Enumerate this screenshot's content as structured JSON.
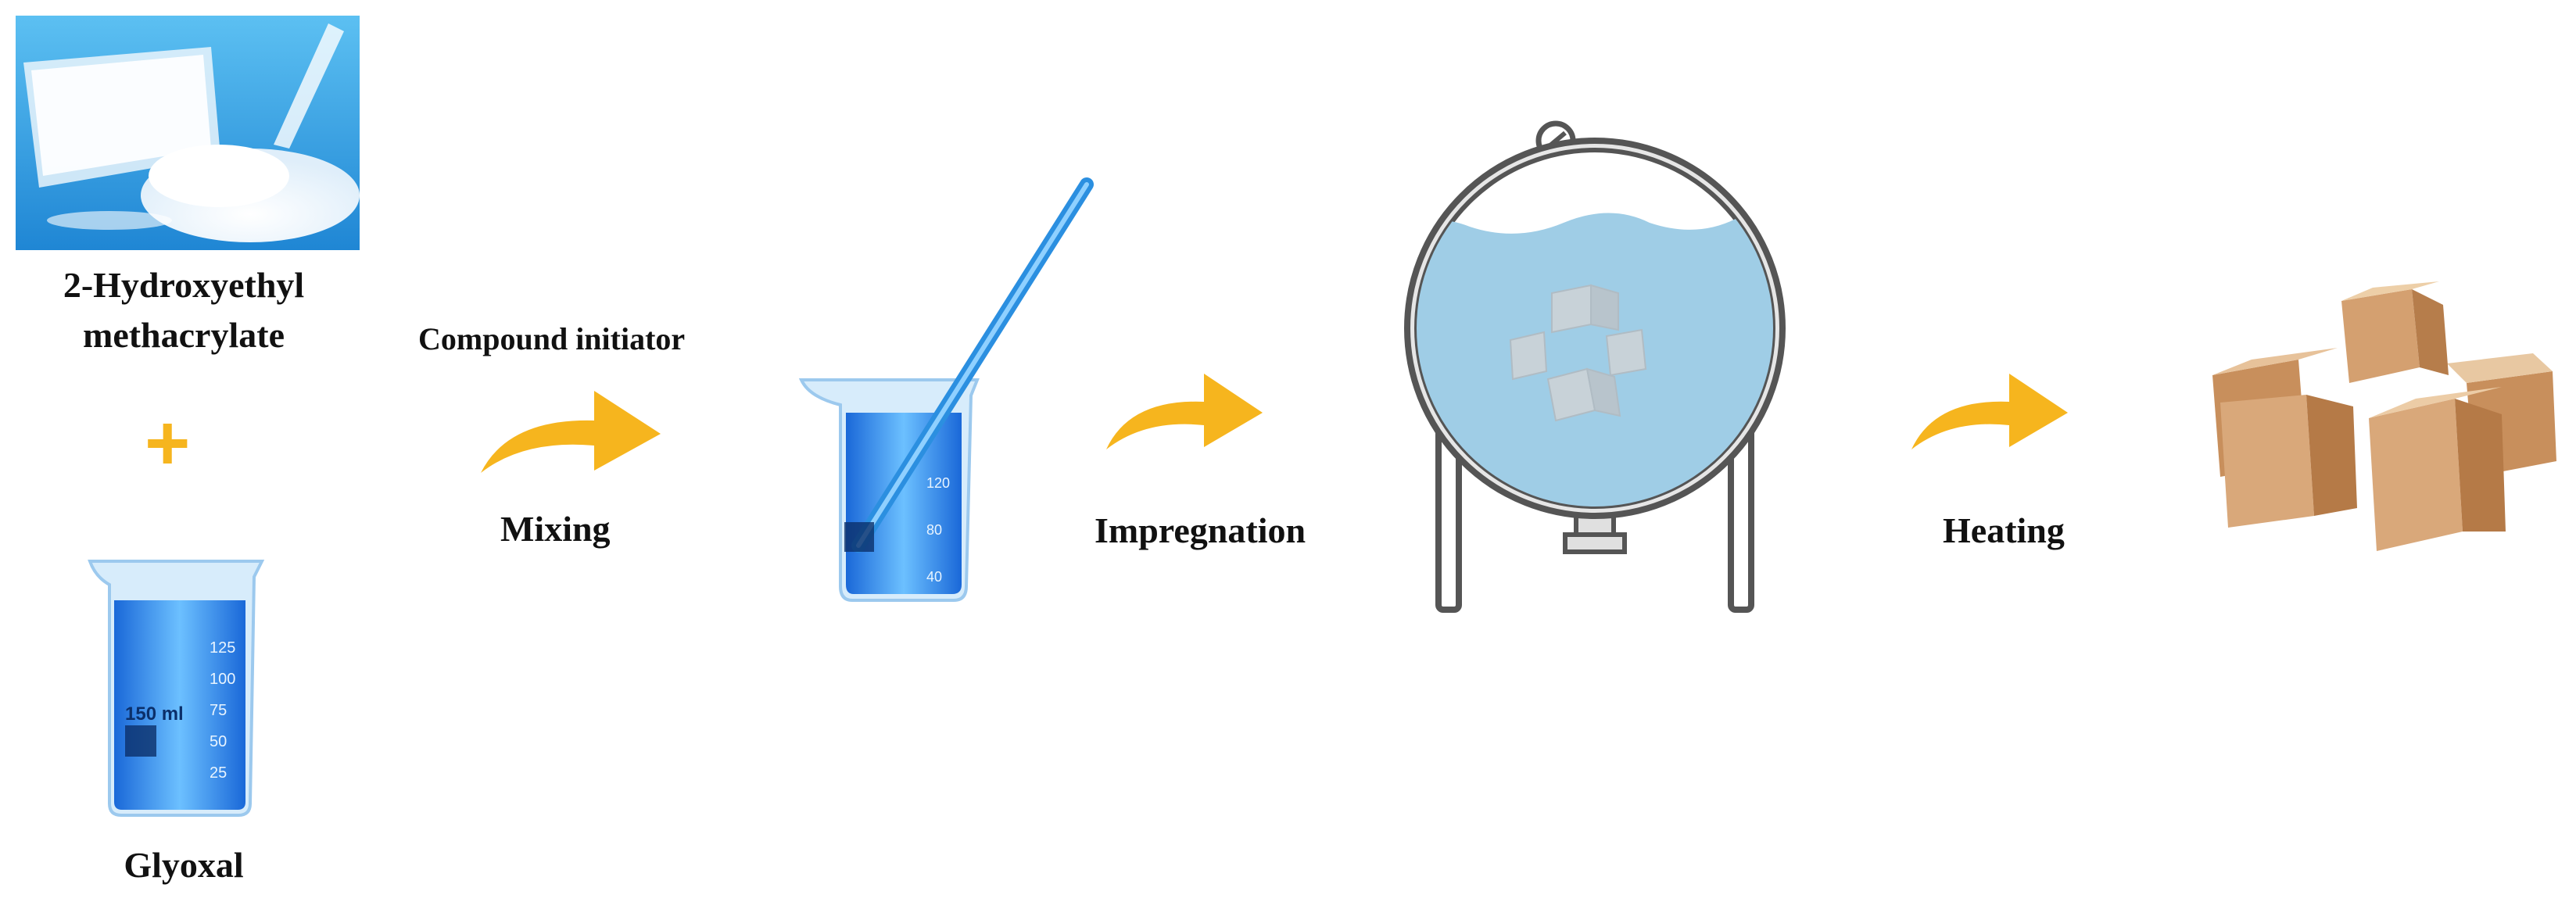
{
  "colors": {
    "arrow": "#f6b51e",
    "liquid": "#3a7fe0",
    "water": "#9fcde6",
    "vessel_stroke": "#555555",
    "wood": "#d9a87a",
    "powder_bg": "#2a9ee0"
  },
  "reagents": {
    "first_line1": "2-Hydroxyethyl",
    "first_line2": "methacrylate",
    "plus_symbol": "+",
    "second": "Glyoxal",
    "beaker_volume": "150 ml",
    "beaker_ticks": [
      "125",
      "100",
      "75",
      "50",
      "25"
    ]
  },
  "steps": [
    {
      "top": "Compound initiator",
      "bottom": "Mixing"
    },
    {
      "top": "",
      "bottom": "Impregnation"
    },
    {
      "top": "",
      "bottom": "Heating"
    }
  ],
  "mix_beaker_ticks": [
    "120",
    "80",
    "40"
  ],
  "icons": {
    "powder": "powder-photo-icon",
    "beaker": "beaker-icon",
    "stir_beaker": "stirring-beaker-icon",
    "vessel": "pressure-vessel-icon",
    "wood": "wood-blocks-icon",
    "arrow": "curved-arrow-icon"
  }
}
